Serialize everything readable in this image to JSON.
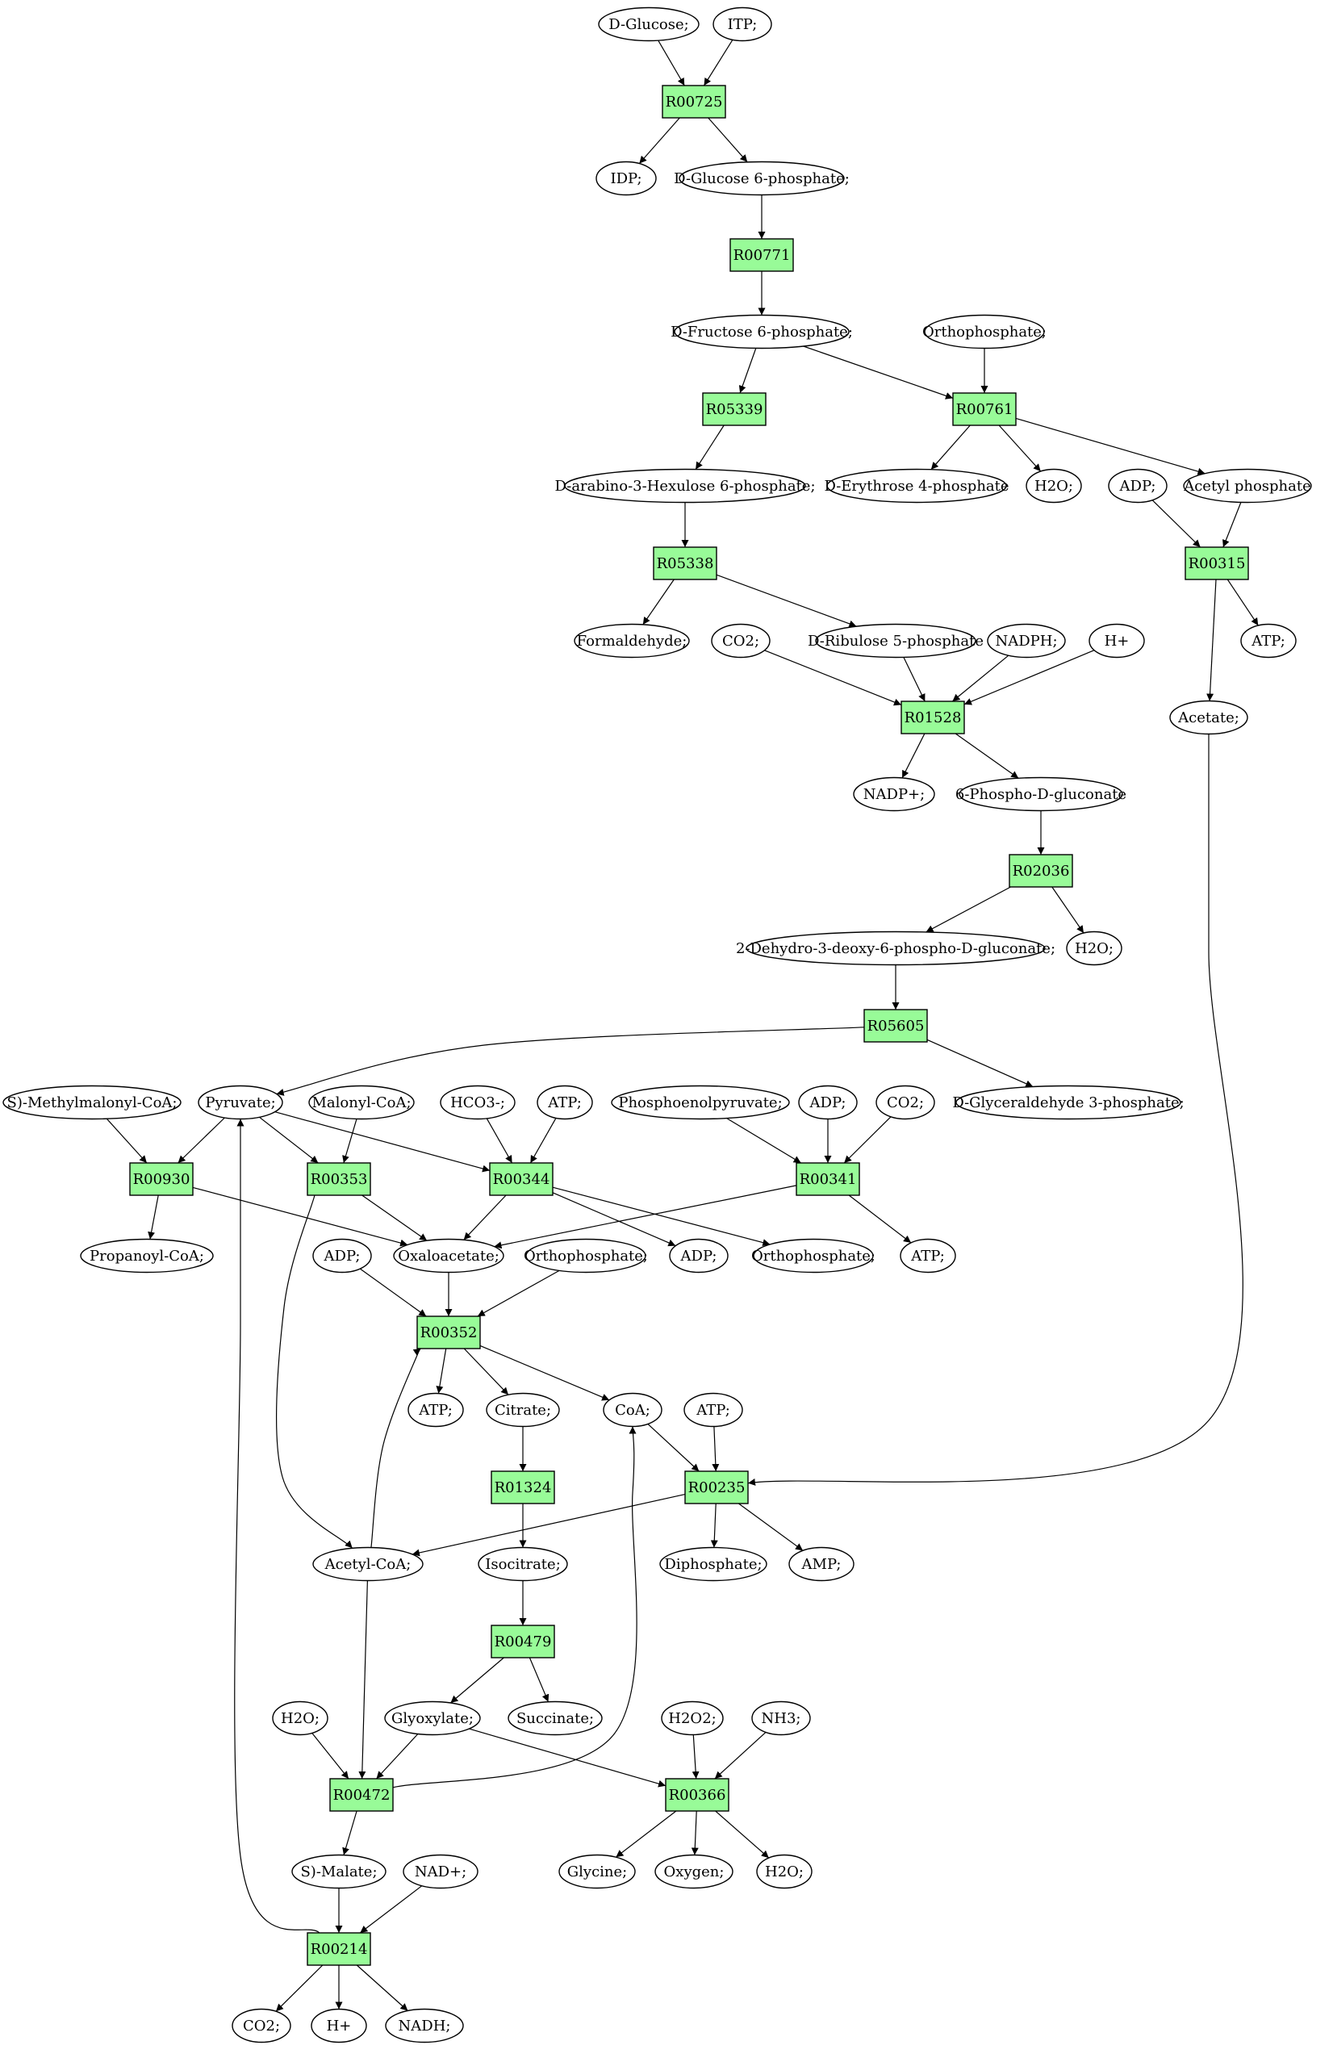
{
  "colors": {
    "reaction": "#98fb98",
    "start": "#00ee00",
    "target": "#ffff00",
    "metabolite": "#ffffff"
  },
  "nodes": {
    "m_glucose": {
      "label": "D-Glucose;",
      "kind": "met",
      "fill": "start"
    },
    "m_itp": {
      "label": "ITP;",
      "kind": "met"
    },
    "r_R00725": {
      "label": "R00725",
      "kind": "rxn"
    },
    "m_idp": {
      "label": "IDP;",
      "kind": "met"
    },
    "m_g6p": {
      "label": "D-Glucose 6-phosphate;",
      "kind": "met"
    },
    "r_R00771": {
      "label": "R00771",
      "kind": "rxn"
    },
    "m_f6p": {
      "label": "D-Fructose 6-phosphate;",
      "kind": "met"
    },
    "m_orthop1": {
      "label": "Orthophosphate;",
      "kind": "met"
    },
    "r_R05339": {
      "label": "R05339",
      "kind": "rxn"
    },
    "r_R00761": {
      "label": "R00761",
      "kind": "rxn"
    },
    "m_hexulose": {
      "label": "D-arabino-3-Hexulose 6-phosphate;",
      "kind": "met"
    },
    "m_e4p": {
      "label": "D-Erythrose 4-phosphate",
      "kind": "met"
    },
    "m_h2o1": {
      "label": "H2O;",
      "kind": "met"
    },
    "m_adp1": {
      "label": "ADP;",
      "kind": "met"
    },
    "m_acetylp": {
      "label": "Acetyl phosphate",
      "kind": "met"
    },
    "r_R05338": {
      "label": "R05338",
      "kind": "rxn"
    },
    "r_R00315": {
      "label": "R00315",
      "kind": "rxn"
    },
    "m_formaldehyde": {
      "label": "Formaldehyde;",
      "kind": "met"
    },
    "m_co2a": {
      "label": "CO2;",
      "kind": "met"
    },
    "m_ribulose": {
      "label": "D-Ribulose 5-phosphate",
      "kind": "met"
    },
    "m_nadph": {
      "label": "NADPH;",
      "kind": "met"
    },
    "m_hplus1": {
      "label": "H+",
      "kind": "met"
    },
    "m_atp1": {
      "label": "ATP;",
      "kind": "met"
    },
    "r_R01528": {
      "label": "R01528",
      "kind": "rxn"
    },
    "m_acetate": {
      "label": "Acetate;",
      "kind": "met"
    },
    "m_nadpplus": {
      "label": "NADP+;",
      "kind": "met"
    },
    "m_6pg": {
      "label": "6-Phospho-D-gluconate",
      "kind": "met"
    },
    "r_R02036": {
      "label": "R02036",
      "kind": "rxn"
    },
    "m_kdpg": {
      "label": "2-Dehydro-3-deoxy-6-phospho-D-gluconate;",
      "kind": "met"
    },
    "m_h2o2x": {
      "label": "H2O;",
      "kind": "met"
    },
    "r_R05605": {
      "label": "R05605",
      "kind": "rxn"
    },
    "m_smm": {
      "label": "S)-Methylmalonyl-CoA;",
      "kind": "met"
    },
    "m_pyruvate": {
      "label": "Pyruvate;",
      "kind": "met"
    },
    "m_malonyl": {
      "label": "Malonyl-CoA;",
      "kind": "met"
    },
    "m_hco3": {
      "label": "HCO3-;",
      "kind": "met"
    },
    "m_atp2": {
      "label": "ATP;",
      "kind": "met"
    },
    "m_pep": {
      "label": "Phosphoenolpyruvate;",
      "kind": "met"
    },
    "m_adp2": {
      "label": "ADP;",
      "kind": "met"
    },
    "m_co2b": {
      "label": "CO2;",
      "kind": "met"
    },
    "m_g3p": {
      "label": "D-Glyceraldehyde 3-phosphate;",
      "kind": "met"
    },
    "r_R00930": {
      "label": "R00930",
      "kind": "rxn"
    },
    "r_R00353": {
      "label": "R00353",
      "kind": "rxn"
    },
    "r_R00344": {
      "label": "R00344",
      "kind": "rxn"
    },
    "r_R00341": {
      "label": "R00341",
      "kind": "rxn"
    },
    "m_propanoyl": {
      "label": "Propanoyl-CoA;",
      "kind": "met"
    },
    "m_adp3": {
      "label": "ADP;",
      "kind": "met"
    },
    "m_oaa": {
      "label": "Oxaloacetate;",
      "kind": "met"
    },
    "m_orthop2": {
      "label": "Orthophosphate;",
      "kind": "met"
    },
    "m_adp4": {
      "label": "ADP;",
      "kind": "met"
    },
    "m_orthop3": {
      "label": "Orthophosphate;",
      "kind": "met"
    },
    "m_atp3": {
      "label": "ATP;",
      "kind": "met"
    },
    "r_R00352": {
      "label": "R00352",
      "kind": "rxn"
    },
    "m_atp4": {
      "label": "ATP;",
      "kind": "met"
    },
    "m_citrate": {
      "label": "Citrate;",
      "kind": "met"
    },
    "m_coa": {
      "label": "CoA;",
      "kind": "met"
    },
    "m_atp5": {
      "label": "ATP;",
      "kind": "met"
    },
    "r_R01324": {
      "label": "R01324",
      "kind": "rxn"
    },
    "r_R00235": {
      "label": "R00235",
      "kind": "rxn"
    },
    "m_acetylcoa": {
      "label": "Acetyl-CoA;",
      "kind": "met"
    },
    "m_isocitrate": {
      "label": "Isocitrate;",
      "kind": "met"
    },
    "m_diphosphate": {
      "label": "Diphosphate;",
      "kind": "met"
    },
    "m_amp": {
      "label": "AMP;",
      "kind": "met"
    },
    "r_R00479": {
      "label": "R00479",
      "kind": "rxn"
    },
    "m_h2o3": {
      "label": "H2O;",
      "kind": "met"
    },
    "m_glyoxylate": {
      "label": "Glyoxylate;",
      "kind": "met"
    },
    "m_succinate": {
      "label": "Succinate;",
      "kind": "met"
    },
    "m_h2o2": {
      "label": "H2O2;",
      "kind": "met"
    },
    "m_nh3": {
      "label": "NH3;",
      "kind": "met"
    },
    "r_R00472": {
      "label": "R00472",
      "kind": "rxn"
    },
    "r_R00366": {
      "label": "R00366",
      "kind": "rxn"
    },
    "m_smalate": {
      "label": "S)-Malate;",
      "kind": "met"
    },
    "m_nadplus": {
      "label": "NAD+;",
      "kind": "met"
    },
    "m_glycine": {
      "label": "Glycine;",
      "kind": "met",
      "fill": "target"
    },
    "m_oxygen": {
      "label": "Oxygen;",
      "kind": "met"
    },
    "m_h2o4": {
      "label": "H2O;",
      "kind": "met"
    },
    "r_R00214": {
      "label": "R00214",
      "kind": "rxn"
    },
    "m_co2c": {
      "label": "CO2;",
      "kind": "met"
    },
    "m_hplus2": {
      "label": "H+",
      "kind": "met"
    },
    "m_nadh": {
      "label": "NADH;",
      "kind": "met"
    }
  },
  "edges": [
    [
      "m_glucose",
      "r_R00725"
    ],
    [
      "m_itp",
      "r_R00725"
    ],
    [
      "r_R00725",
      "m_idp"
    ],
    [
      "r_R00725",
      "m_g6p"
    ],
    [
      "m_g6p",
      "r_R00771"
    ],
    [
      "r_R00771",
      "m_f6p"
    ],
    [
      "m_f6p",
      "r_R05339"
    ],
    [
      "m_f6p",
      "r_R00761"
    ],
    [
      "m_orthop1",
      "r_R00761"
    ],
    [
      "r_R05339",
      "m_hexulose"
    ],
    [
      "r_R00761",
      "m_e4p"
    ],
    [
      "r_R00761",
      "m_h2o1"
    ],
    [
      "r_R00761",
      "m_acetylp"
    ],
    [
      "m_hexulose",
      "r_R05338"
    ],
    [
      "m_adp1",
      "r_R00315"
    ],
    [
      "m_acetylp",
      "r_R00315"
    ],
    [
      "r_R05338",
      "m_formaldehyde"
    ],
    [
      "r_R05338",
      "m_ribulose"
    ],
    [
      "r_R00315",
      "m_atp1"
    ],
    [
      "r_R00315",
      "m_acetate"
    ],
    [
      "m_co2a",
      "r_R01528"
    ],
    [
      "m_ribulose",
      "r_R01528"
    ],
    [
      "m_nadph",
      "r_R01528"
    ],
    [
      "m_hplus1",
      "r_R01528"
    ],
    [
      "r_R01528",
      "m_nadpplus"
    ],
    [
      "r_R01528",
      "m_6pg"
    ],
    [
      "m_6pg",
      "r_R02036"
    ],
    [
      "r_R02036",
      "m_kdpg"
    ],
    [
      "r_R02036",
      "m_h2o2x"
    ],
    [
      "m_kdpg",
      "r_R05605"
    ],
    [
      "r_R05605",
      "m_pyruvate"
    ],
    [
      "r_R05605",
      "m_g3p"
    ],
    [
      "m_smm",
      "r_R00930"
    ],
    [
      "m_pyruvate",
      "r_R00930"
    ],
    [
      "m_pyruvate",
      "r_R00353"
    ],
    [
      "m_malonyl",
      "r_R00353"
    ],
    [
      "m_pyruvate",
      "r_R00344"
    ],
    [
      "m_hco3",
      "r_R00344"
    ],
    [
      "m_atp2",
      "r_R00344"
    ],
    [
      "m_pep",
      "r_R00341"
    ],
    [
      "m_adp2",
      "r_R00341"
    ],
    [
      "m_co2b",
      "r_R00341"
    ],
    [
      "r_R00930",
      "m_propanoyl"
    ],
    [
      "r_R00930",
      "m_oaa"
    ],
    [
      "r_R00353",
      "m_oaa"
    ],
    [
      "r_R00353",
      "m_acetylcoa"
    ],
    [
      "r_R00344",
      "m_oaa"
    ],
    [
      "r_R00344",
      "m_adp4"
    ],
    [
      "r_R00344",
      "m_orthop3"
    ],
    [
      "r_R00341",
      "m_oaa"
    ],
    [
      "r_R00341",
      "m_atp3"
    ],
    [
      "m_adp3",
      "r_R00352"
    ],
    [
      "m_oaa",
      "r_R00352"
    ],
    [
      "m_orthop2",
      "r_R00352"
    ],
    [
      "m_acetylcoa",
      "r_R00352"
    ],
    [
      "r_R00352",
      "m_atp4"
    ],
    [
      "r_R00352",
      "m_citrate"
    ],
    [
      "r_R00352",
      "m_coa"
    ],
    [
      "m_coa",
      "r_R00235"
    ],
    [
      "m_atp5",
      "r_R00235"
    ],
    [
      "m_acetate",
      "r_R00235"
    ],
    [
      "m_citrate",
      "r_R01324"
    ],
    [
      "r_R01324",
      "m_isocitrate"
    ],
    [
      "r_R00235",
      "m_acetylcoa"
    ],
    [
      "r_R00235",
      "m_diphosphate"
    ],
    [
      "r_R00235",
      "m_amp"
    ],
    [
      "m_isocitrate",
      "r_R00479"
    ],
    [
      "r_R00479",
      "m_glyoxylate"
    ],
    [
      "r_R00479",
      "m_succinate"
    ],
    [
      "m_h2o3",
      "r_R00472"
    ],
    [
      "m_glyoxylate",
      "r_R00472"
    ],
    [
      "m_acetylcoa",
      "r_R00472"
    ],
    [
      "m_glyoxylate",
      "r_R00366"
    ],
    [
      "m_h2o2",
      "r_R00366"
    ],
    [
      "m_nh3",
      "r_R00366"
    ],
    [
      "r_R00472",
      "m_smalate"
    ],
    [
      "r_R00472",
      "m_coa"
    ],
    [
      "r_R00366",
      "m_glycine"
    ],
    [
      "r_R00366",
      "m_oxygen"
    ],
    [
      "r_R00366",
      "m_h2o4"
    ],
    [
      "m_smalate",
      "r_R00214"
    ],
    [
      "m_nadplus",
      "r_R00214"
    ],
    [
      "r_R00214",
      "m_co2c"
    ],
    [
      "r_R00214",
      "m_hplus2"
    ],
    [
      "r_R00214",
      "m_nadh"
    ],
    [
      "r_R00214",
      "m_pyruvate"
    ]
  ]
}
